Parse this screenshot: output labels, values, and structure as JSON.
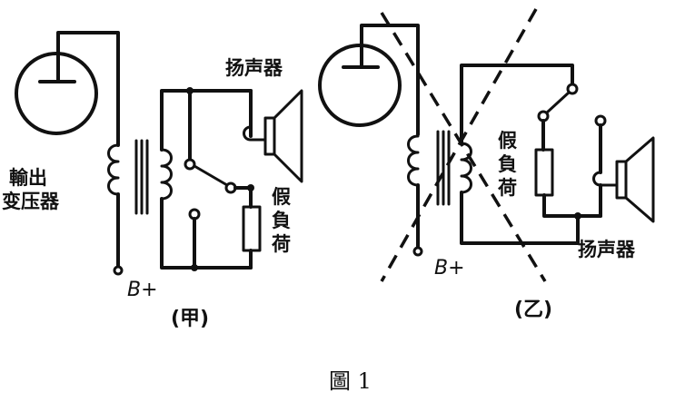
{
  "figure": {
    "caption": "圖 1",
    "panel_a": {
      "tag": "(甲)",
      "labels": {
        "transformer_line1": "輸出",
        "transformer_line2": "变压器",
        "speaker": "扬声器",
        "dummy_load": "假負荷",
        "supply": "B+"
      }
    },
    "panel_b": {
      "tag": "(乙)",
      "labels": {
        "speaker": "扬声器",
        "dummy_load": "假負荷",
        "supply": "B+"
      }
    }
  }
}
